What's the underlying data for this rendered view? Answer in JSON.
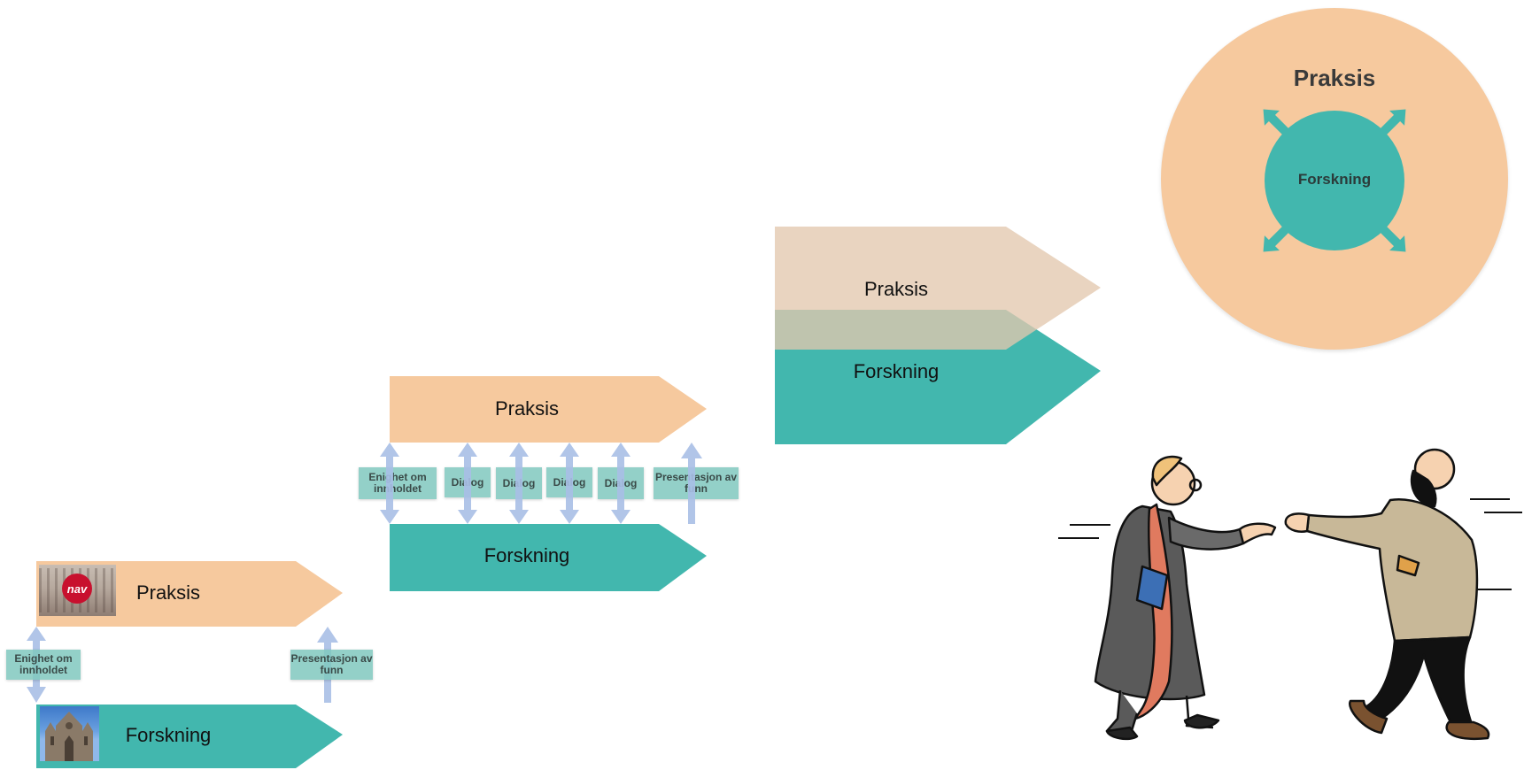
{
  "stage1": {
    "praksis_label": "Praksis",
    "forskning_label": "Forskning",
    "box_enighet": "Enighet om innholdet",
    "box_presentasjon": "Presentasjon av funn",
    "nav_logo_text": "nav"
  },
  "stage2": {
    "praksis_label": "Praksis",
    "forskning_label": "Forskning",
    "boxes": [
      "Enighet om innholdet",
      "Dialog",
      "Dialog",
      "Dialog",
      "Dialog",
      "Presentasjon av funn"
    ]
  },
  "stage3": {
    "praksis_label": "Praksis",
    "forskning_label": "Forskning"
  },
  "stage4": {
    "outer_label": "Praksis",
    "inner_label": "Forskning"
  },
  "colors": {
    "praksis": "#f6c99e",
    "forskning": "#42b7ae",
    "box": "#80c8be",
    "arrow": "#a9bfe6"
  },
  "icons": [
    "double-arrow-icon",
    "up-arrow-icon",
    "expand-arrow-icon",
    "handshake-illustration"
  ]
}
